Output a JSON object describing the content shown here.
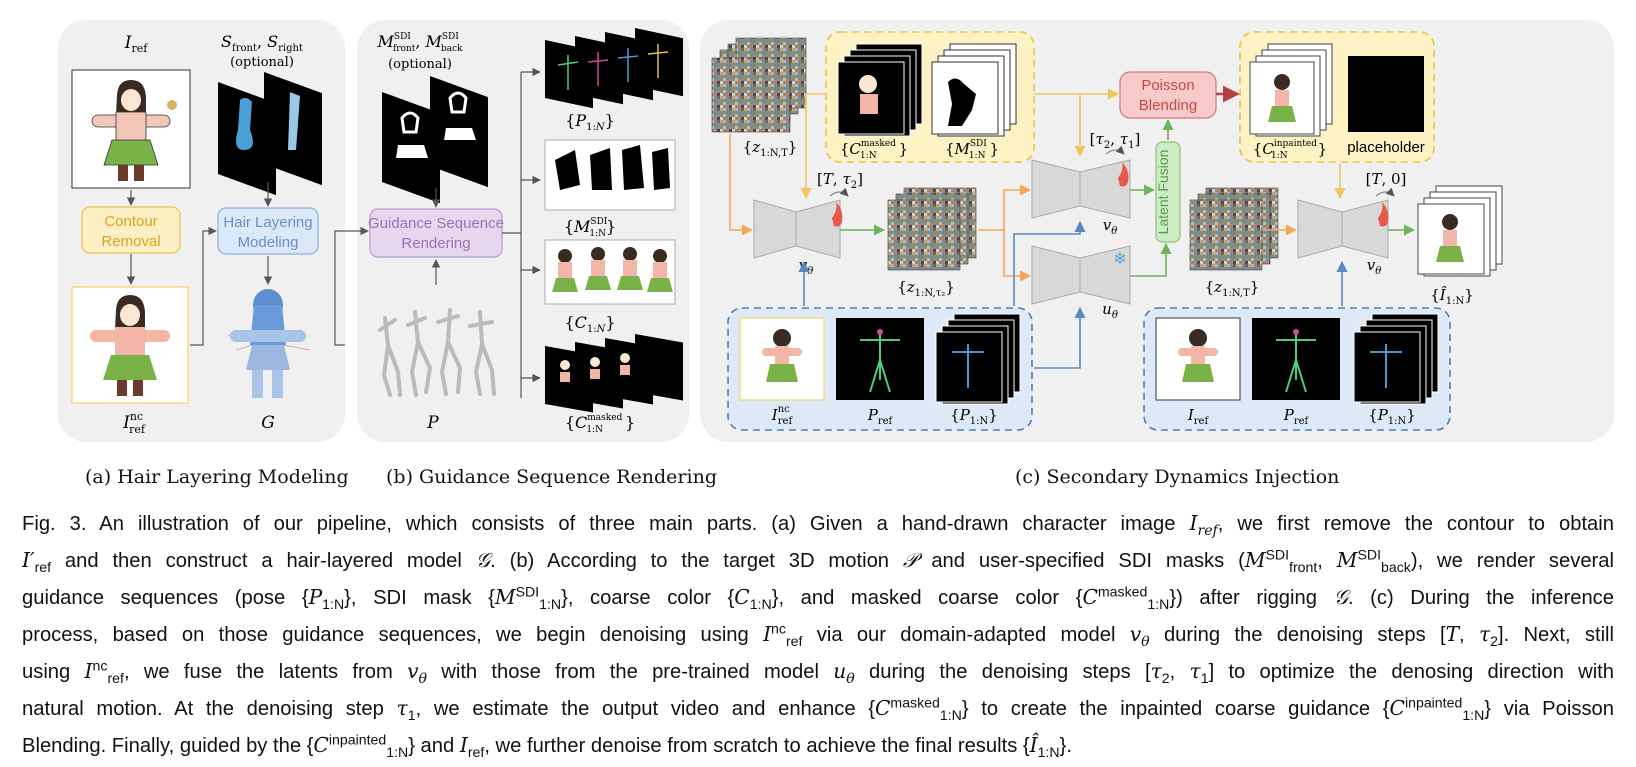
{
  "panels": {
    "a": {
      "title": "(a) Hair Layering Modeling",
      "top_label": "I_ref",
      "seg_label": "S_front, S_right",
      "seg_optional": "(optional)",
      "contour_box": [
        "Contour",
        "Removal"
      ],
      "hair_box": [
        "Hair Layering",
        "Modeling"
      ],
      "nc_label": "I_ref^nc",
      "model_label": "G"
    },
    "b": {
      "title": "(b) Guidance Sequence Rendering",
      "mask_label": "M_front^SDI, M_back^SDI",
      "mask_optional": "(optional)",
      "render_box": [
        "Guidance Sequence",
        "Rendering"
      ],
      "motion_label": "P",
      "outputs": [
        "{P_1:N}",
        "{M_1:N^SDI}",
        "{C_1:N}",
        "{C_1:N^masked}"
      ]
    },
    "c": {
      "title": "(c) Secondary Dynamics Injection",
      "noise_label": "{z_1:N,T}",
      "masked_label": "{C_1:N^masked}",
      "mask_seq_label": "{M_1:N^SDI}",
      "poisson_box": [
        "Poisson",
        "Blending"
      ],
      "inpainted_label": "{C_1:N^inpainted}",
      "placeholder_label": "placeholder",
      "step1": "[T, τ2]",
      "step2": "[τ2, τ1]",
      "step3": "[T, 0]",
      "v_label": "vθ",
      "u_label": "uθ",
      "latent_fusion": "Latent Fusion",
      "z_tau_label": "{z_1:N,τ2}",
      "z_t2_label": "{z_1:N,T}",
      "output_label": "{Î_1:N}",
      "cond_left": [
        "I_ref^nc",
        "P_ref",
        "{P_1:N}"
      ],
      "cond_right": [
        "I_ref",
        "P_ref",
        "{P_1:N}"
      ]
    }
  },
  "colors": {
    "panel_bg": "#f0f0f0",
    "yellow_box": "#fdf2c4",
    "yellow_border": "#e8c24a",
    "blue_box": "#dde9f7",
    "blue_border": "#4f7fb8",
    "contour_fill": "#fcefc4",
    "hair_fill": "#dbe8f7",
    "render_fill": "#e6d6ee",
    "poisson_fill": "#f6caca",
    "fusion_fill": "#cdebc7",
    "arrow_orange": "#f2a65a",
    "arrow_green": "#6fb35a",
    "arrow_blue": "#5b88c0",
    "arrow_red": "#b64040",
    "arrow_yellow": "#efc65a"
  },
  "caption": {
    "l1": [
      "Fig. 3.  An illustration of our pipeline, which consists of three main parts. (a) Given a hand-drawn character image ",
      "I",
      "ref",
      ", we first remove the contour to obtain"
    ],
    "l2a": "I′",
    "l2b": "ref",
    "l2c": " and then construct a hair-layered model ",
    "l2d": "𝒢",
    "l2e": ". (b) According to the target 3D motion ",
    "l2f": "𝒫",
    "l2g": " and user-specified SDI masks (",
    "l2h": "M",
    "l2i": ", ",
    "l2j": "M",
    "l2k": "), we render several",
    "l3a": "guidance sequences (pose {",
    "l3b": "P",
    "l3c": "}, SDI mask {",
    "l3d": "M",
    "l3e": "}, coarse color {",
    "l3f": "C",
    "l3g": "}, and masked coarse color {",
    "l3h": "C",
    "l3i": "}) after rigging ",
    "l3j": "𝒢",
    "l3k": ". (c) During the inference",
    "l4a": "process, based on those guidance sequences, we begin denoising using ",
    "l4b": "I",
    "l4c": " via our domain-adapted model ",
    "l4d": "v",
    "l4e": " during the denoising steps [",
    "l4f": "T",
    "l4g": ", ",
    "l4h": "τ",
    "l4i": "]. Next, still",
    "l5a": "using ",
    "l5b": "I",
    "l5c": ", we fuse the latents from ",
    "l5d": "v",
    "l5e": " with those from the pre-trained model ",
    "l5f": "u",
    "l5g": " during the denoising steps [",
    "l5h": "τ",
    "l5i": ", ",
    "l5j": "τ",
    "l5k": "] to optimize the denosing direction with",
    "l6a": "natural motion. At the denoising step ",
    "l6b": "τ",
    "l6c": ", we estimate the output video and enhance {",
    "l6d": "C",
    "l6e": "} to create the inpainted coarse guidance {",
    "l6f": "C",
    "l6g": "} via Poisson",
    "l7a": "Blending. Finally, guided by the {",
    "l7b": "C",
    "l7c": "} and ",
    "l7d": "I",
    "l7e": ", we further denoise from scratch to achieve the final results {",
    "l7f": "Î",
    "l7g": "}.",
    "sub_ref": "ref",
    "sup_nc": "nc",
    "sup_sdi": "SDI",
    "sub_front": "front",
    "sub_back": "back",
    "sub_1N": "1:N",
    "sup_masked": "masked",
    "sup_inpainted": "inpainted",
    "sub_theta": "θ",
    "sub_2": "2",
    "sub_1": "1"
  }
}
